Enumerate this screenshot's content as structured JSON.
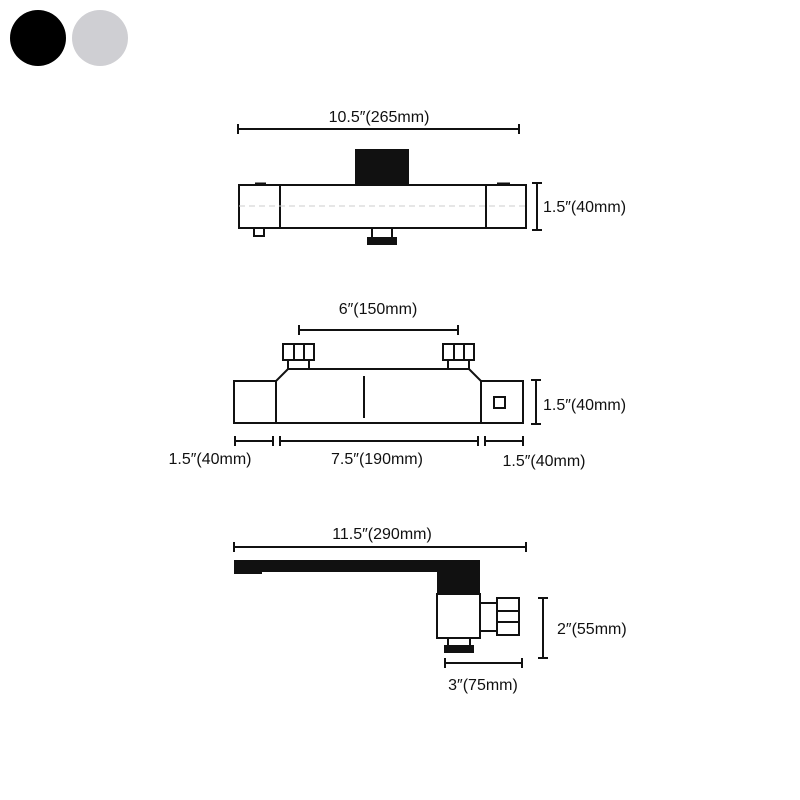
{
  "swatches": [
    {
      "name": "black",
      "color": "#000000"
    },
    {
      "name": "chrome",
      "color": "#cfcfd3"
    }
  ],
  "colors": {
    "line": "#111111",
    "fill": "#ffffff",
    "dark": "#000000",
    "dash": "#cccccc"
  },
  "top_view": {
    "width_label": "10.5″(265mm)",
    "height_label": "1.5″(40mm)"
  },
  "front_view": {
    "inlet_spacing_label": "6″(150mm)",
    "height_label": "1.5″(40mm)",
    "left_label": "1.5″(40mm)",
    "center_label": "7.5″(190mm)",
    "right_label": "1.5″(40mm)"
  },
  "side_view": {
    "length_label": "11.5″(290mm)",
    "height_label": "2″(55mm)",
    "depth_label": "3″(75mm)"
  }
}
